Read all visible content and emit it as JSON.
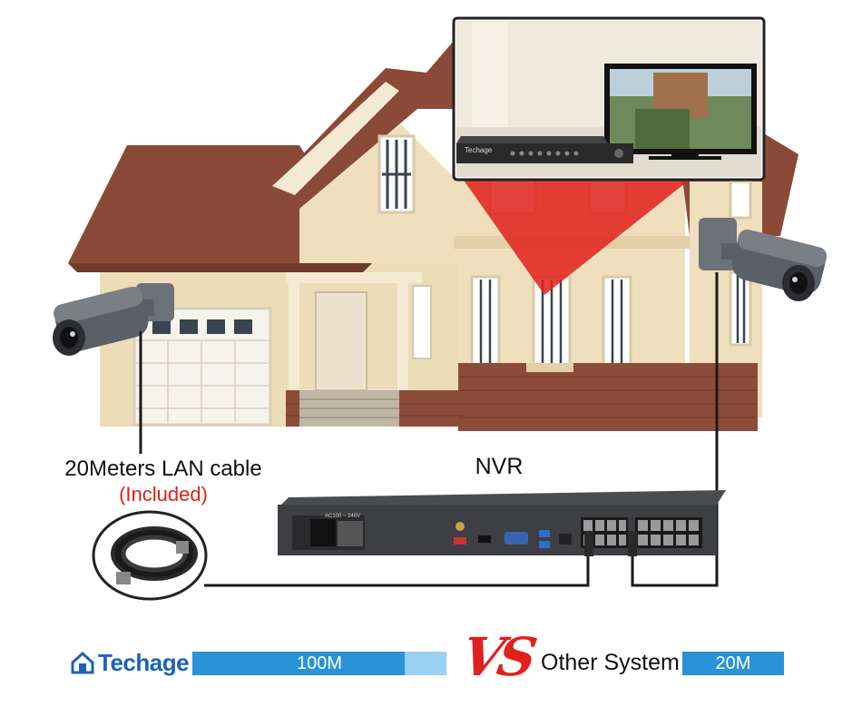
{
  "labels": {
    "lan_cable": "20Meters LAN cable",
    "included": "(Included)",
    "nvr": "NVR",
    "monitor_brand": "Techage",
    "nvr_power": "AC100 ~ 240V"
  },
  "comparison": {
    "brand": "Techage",
    "brand_speed": "100M",
    "vs": "VS",
    "other": "Other System",
    "other_speed": "20M"
  },
  "colors": {
    "accent_blue": "#2a92d6",
    "accent_red": "#e0201a",
    "brand_blue": "#1a63b8"
  },
  "icons": [
    "house-logo-icon",
    "camera-icon",
    "nvr-device-icon",
    "monitor-icon",
    "lan-cable-icon"
  ]
}
